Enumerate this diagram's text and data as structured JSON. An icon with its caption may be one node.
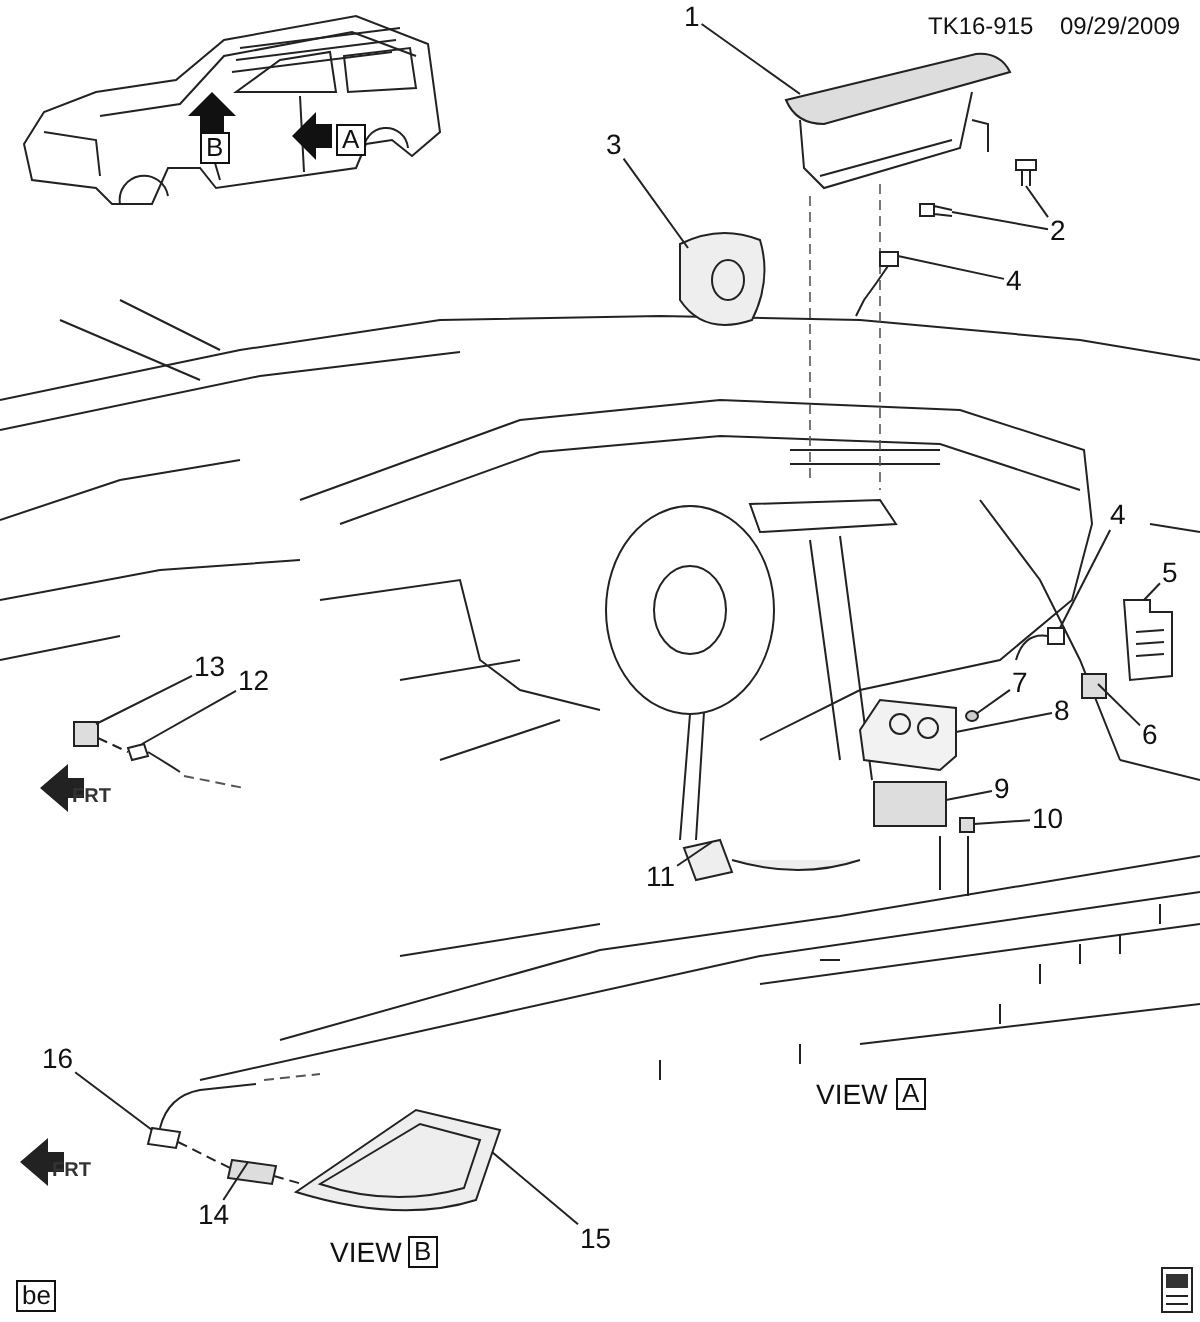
{
  "diagram": {
    "nodes": [
      {
        "text": [
          "1"
        ]
      },
      {
        "text": [
          "3"
        ]
      },
      {
        "text": [
          "2"
        ]
      },
      {
        "text": [
          "4"
        ]
      },
      {
        "text": [
          "4"
        ]
      },
      {
        "text": [
          "5"
        ]
      },
      {
        "text": [
          "13"
        ]
      },
      {
        "text": [
          "12"
        ]
      },
      {
        "text": [
          "7"
        ]
      },
      {
        "text": [
          "6"
        ]
      },
      {
        "text": [
          "8"
        ]
      },
      {
        "text": [
          "9"
        ]
      },
      {
        "text": [
          "10"
        ]
      },
      {
        "text": [
          "11"
        ]
      },
      {
        "text": [
          "16"
        ]
      },
      {
        "text": [
          "14"
        ]
      },
      {
        "text": [
          "15"
        ]
      },
      {
        "text": [],
        "shape": "picture"
      },
      {
        "text": [],
        "shape": "picture"
      },
      {
        "text": [],
        "shape": "picture"
      },
      {
        "text": [],
        "shape": "picture"
      },
      {
        "text": [],
        "shape": "picture"
      },
      {
        "text": [],
        "shape": "picture"
      },
      {
        "text": [],
        "shape": "picture"
      },
      {
        "text": [],
        "shape": "box"
      },
      {
        "text": [],
        "shape": "picture"
      },
      {
        "text": [],
        "shape": "circle"
      },
      {
        "text": [],
        "shape": "box"
      },
      {
        "text": [],
        "shape": "picture"
      },
      {
        "text": [],
        "shape": "box"
      },
      {
        "text": [],
        "shape": "box"
      },
      {
        "text": [],
        "shape": "picture"
      },
      {
        "text": [],
        "shape": "picture"
      },
      {
        "text": [],
        "shape": "picture"
      },
      {
        "text": [],
        "shape": "picture"
      }
    ],
    "edges": [
      {
        "from": 0,
        "to": 17,
        "arrow": "none"
      },
      {
        "from": 1,
        "to": 18,
        "arrow": "none"
      },
      {
        "from": 2,
        "to": 19,
        "arrow": "none"
      },
      {
        "from": 2,
        "to": 20,
        "arrow": "none"
      },
      {
        "from": 3,
        "to": 21,
        "arrow": "none"
      },
      {
        "from": 4,
        "to": 22,
        "arrow": "none"
      },
      {
        "from": 5,
        "to": 23,
        "arrow": "none"
      },
      {
        "from": 6,
        "to": 24,
        "arrow": "none"
      },
      {
        "from": 7,
        "to": 25,
        "arrow": "none"
      },
      {
        "from": 8,
        "to": 26,
        "arrow": "none"
      },
      {
        "from": 9,
        "to": 27,
        "arrow": "none"
      },
      {
        "from": 10,
        "to": 28,
        "arrow": "none"
      },
      {
        "from": 11,
        "to": 29,
        "arrow": "none"
      },
      {
        "from": 12,
        "to": 30,
        "arrow": "none"
      },
      {
        "from": 13,
        "to": 31,
        "arrow": "none"
      },
      {
        "from": 14,
        "to": 32,
        "arrow": "none"
      },
      {
        "from": 15,
        "to": 33,
        "arrow": "none"
      },
      {
        "from": 16,
        "to": 34,
        "arrow": "none"
      },
      {
        "from": 24,
        "to": 25,
        "arrow": "none",
        "style": "dashed"
      },
      {
        "from": 32,
        "to": 33,
        "arrow": "none",
        "style": "dashed"
      },
      {
        "from": 33,
        "to": 34,
        "arrow": "none",
        "style": "dashed"
      }
    ],
    "labels": [
      "TK16-915",
      "09/29/2009",
      "B",
      "A",
      "FRT",
      "VIEW",
      "A",
      "FRT",
      "VIEW",
      "B",
      "be"
    ]
  }
}
